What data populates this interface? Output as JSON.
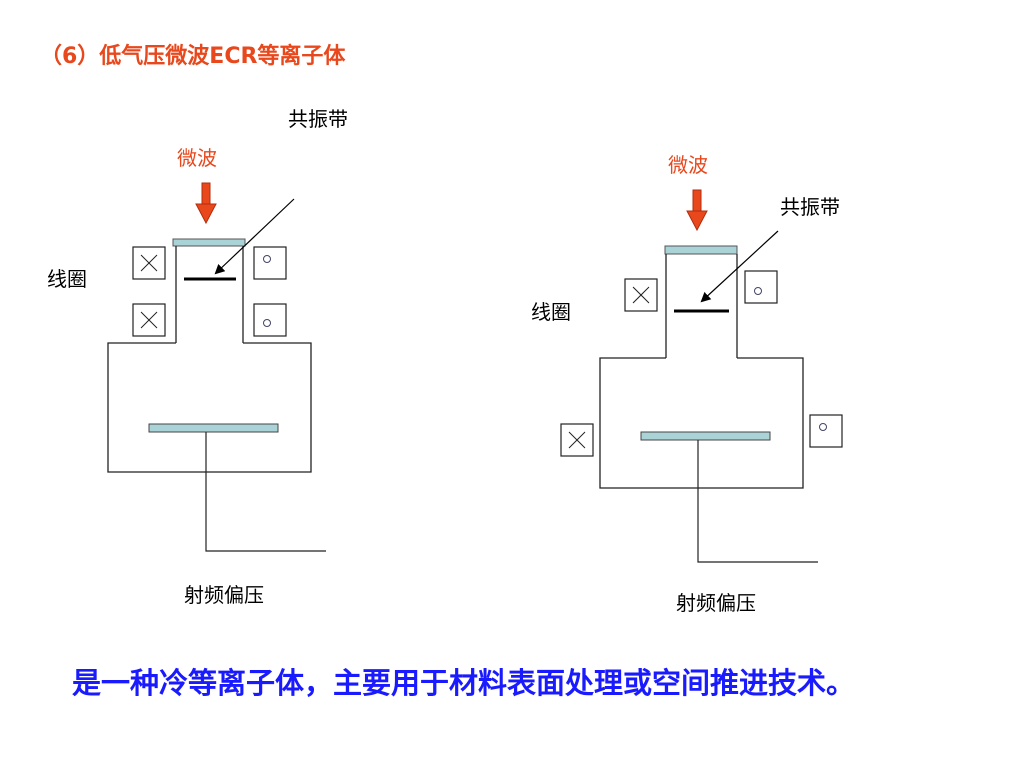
{
  "title": "（6）低气压微波ECR等离子体",
  "colors": {
    "title": "#e8481c",
    "microwave_label": "#e8481c",
    "arrow": "#e8481c",
    "window_plate": "#a9d3d6",
    "footer": "#1a1aff"
  },
  "left_diagram": {
    "resonance_label": "共振带",
    "microwave_label": "微波",
    "coil_label": "线圈",
    "rf_bias_label": "射频偏压"
  },
  "right_diagram": {
    "resonance_label": "共振带",
    "microwave_label": "微波",
    "coil_label": "线圈",
    "rf_bias_label": "射频偏压"
  },
  "footer_text": "是一种冷等离子体，主要用于材料表面处理或空间推进技术。"
}
